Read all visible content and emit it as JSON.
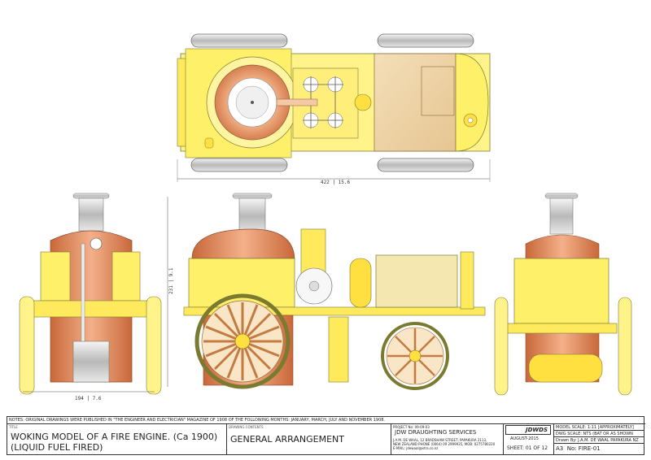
{
  "dimensions": {
    "top_length": "422 | 15.6",
    "side_height": "231 | 9.1",
    "front_width": "194 | 7.6"
  },
  "titleblock": {
    "notes": "NOTES: ORIGINAL DRAWINGS WERE PUBLISHED IN \"THE ENGINEER AND ELECTRICIAN\" MAGAZINE OF 1908 OF THE FOLLOWING MONTHS: JANUARY, MARCH, JULY AND NOVEMBER 1908.",
    "title_label": "TITLE",
    "title_line1": "WOKING MODEL OF A FIRE ENGINE. (Ca 1900)",
    "title_line2": "(LIQUID FUEL FIRED)",
    "contents_label": "DRAWING CONTENTS",
    "contents": "GENERAL ARRANGEMENT",
    "project": "PROJECT No: 09-09-03",
    "company": "JDW DRAUGHTING SERVICES",
    "address1": "J.A.M. DE WAAL, 12 BRADSHAW STREET, PAPAKURA 2113,",
    "address2": "NEW ZEALAND PHONE (0064) 09 2999935, MOB: 0275780220",
    "email": "E-MAIL: jdewaal@xtra.co.nz",
    "logo": "JDWDS",
    "date": "AUGUST-2015",
    "sheet": "SHEET: 01 OF 12",
    "model_scale": "MODEL SCALE: 1:11 [APPROXIMATELY]",
    "dwg_scale": "DWG SCALE: NTS (BAT OR AS SHOWN",
    "drawn_by": "Drawn By: J.A.M. DE WAAL PAPAKURA NZ",
    "sheet_size": "A3",
    "dwg_no": "No: FIRE-01"
  }
}
